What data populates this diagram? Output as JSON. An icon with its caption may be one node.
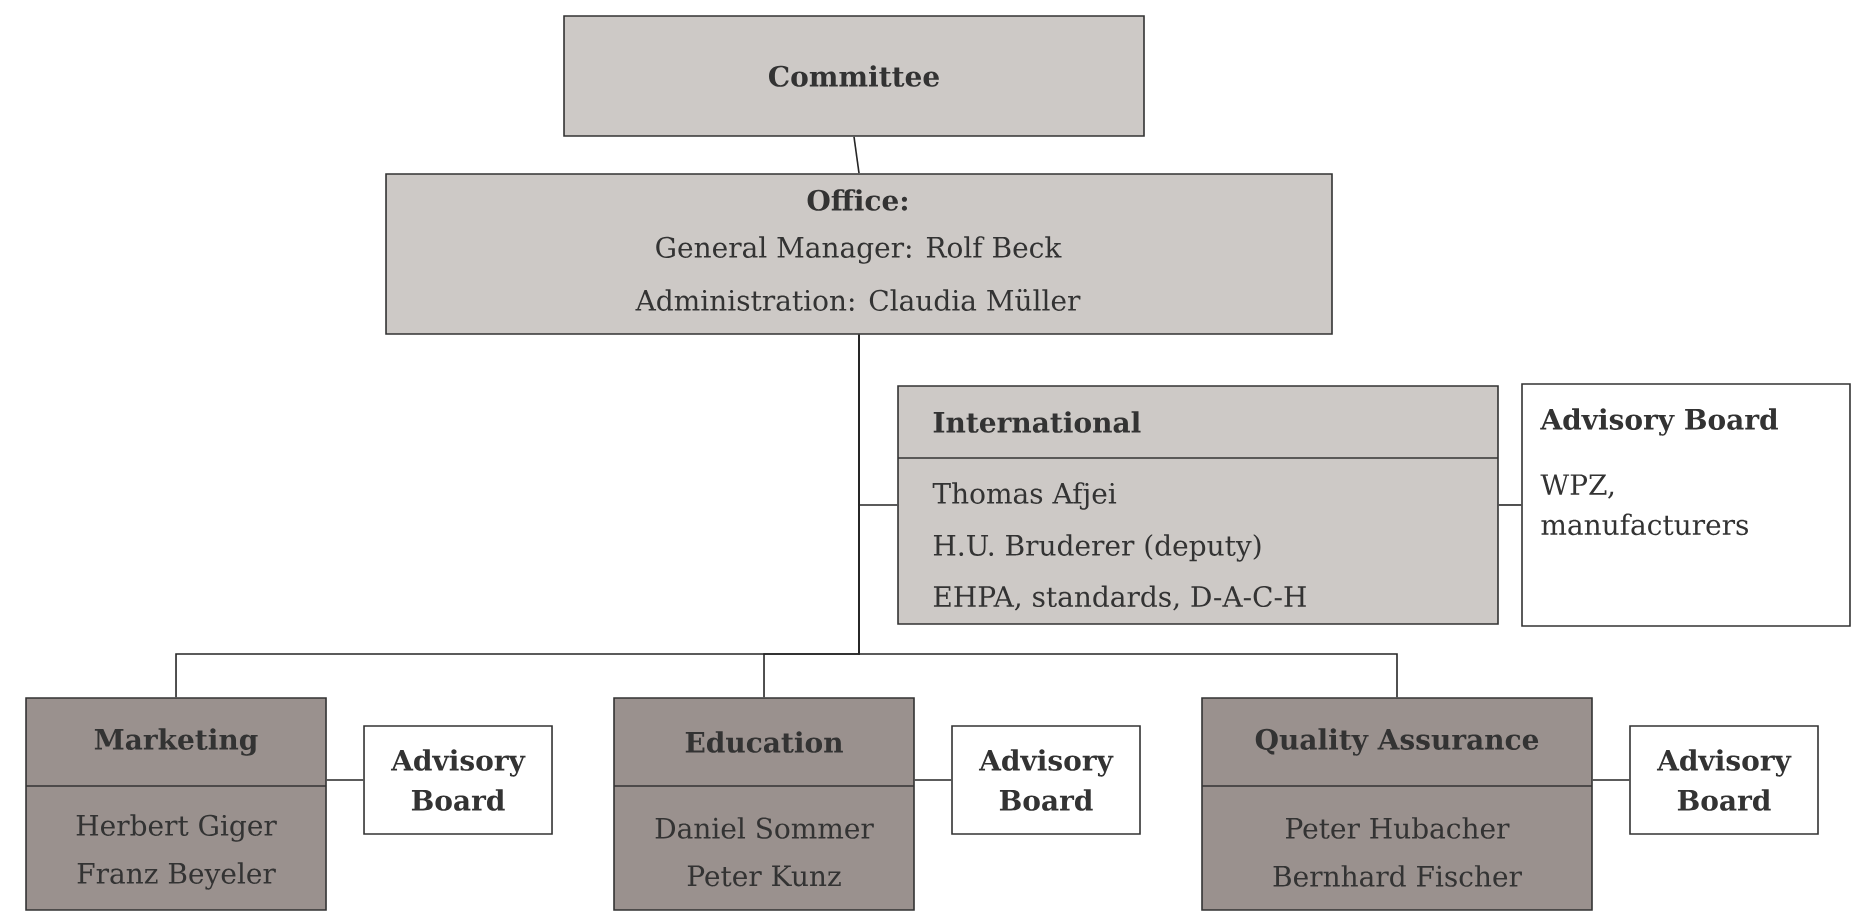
{
  "diagram": {
    "nodes": [
      {
        "text": [
          "Committee"
        ]
      },
      {
        "text": [
          "Office:",
          "General Manager: Rolf Beck",
          "Administration: Claudia Müller"
        ]
      },
      {
        "text": [
          "International",
          "Thomas Afjei",
          "H.U. Bruderer (deputy)",
          "EHPA, standards, D-A-C-H"
        ]
      },
      {
        "text": [
          "Advisory Board",
          "WPZ, manufacturers"
        ]
      },
      {
        "text": [
          "Marketing",
          "Herbert Giger",
          "Franz Beyeler"
        ]
      },
      {
        "text": [
          "Advisory Board"
        ]
      },
      {
        "text": [
          "Education",
          "Daniel Sommer",
          "Peter Kunz"
        ]
      },
      {
        "text": [
          "Advisory Board"
        ]
      },
      {
        "text": [
          "Quality Assurance",
          "Peter Hubacher",
          "Bernhard Fischer"
        ]
      },
      {
        "text": [
          "Advisory Board"
        ]
      }
    ],
    "edges": [
      {
        "from": 0,
        "to": 1,
        "arrow": "none"
      },
      {
        "from": 1,
        "to": 2,
        "arrow": "none"
      },
      {
        "from": 2,
        "to": 3,
        "arrow": "none"
      },
      {
        "from": 1,
        "to": 4,
        "arrow": "none"
      },
      {
        "from": 4,
        "to": 5,
        "arrow": "none"
      },
      {
        "from": 1,
        "to": 6,
        "arrow": "none"
      },
      {
        "from": 6,
        "to": 7,
        "arrow": "none"
      },
      {
        "from": 1,
        "to": 8,
        "arrow": "none"
      },
      {
        "from": 8,
        "to": 9,
        "arrow": "none"
      }
    ]
  }
}
